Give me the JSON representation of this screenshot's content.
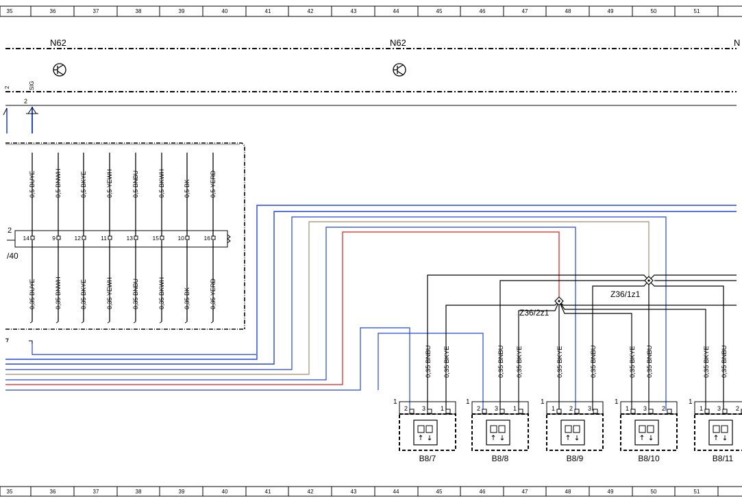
{
  "grid": {
    "top_numbers": [
      "35",
      "36",
      "37",
      "38",
      "39",
      "40",
      "41",
      "42",
      "43",
      "44",
      "45",
      "46",
      "47",
      "48",
      "49",
      "50",
      "51"
    ],
    "bottom_numbers": [
      "35",
      "36",
      "37",
      "38",
      "39",
      "40",
      "41",
      "42",
      "43",
      "44",
      "45",
      "46",
      "47",
      "48",
      "49",
      "50",
      "51"
    ]
  },
  "modules": {
    "left_label": "N62",
    "mid_label": "N62",
    "right_label_partial": "N"
  },
  "signals": {
    "left_partial": "2",
    "sig": "SIG",
    "pin": "2"
  },
  "connector": {
    "number": "2",
    "side_label": "/40",
    "upper_wires": [
      "0,5 BUYE",
      "0,5 BNWH",
      "0,5 BKYE",
      "0,5 YEWH",
      "0,5 BNBU",
      "0,5 BKWH",
      "0,5 BK",
      "0,5 YERD"
    ],
    "pins": [
      "14",
      "9",
      "12",
      "11",
      "13",
      "15",
      "10",
      "16"
    ],
    "lower_wires": [
      "0,35 BUYE",
      "0,35 BNWH",
      "0,35 BKYE",
      "0,35 YEWH",
      "0,35 BNBU",
      "0,35 BKWH",
      "0,35 BK",
      "0,35 YERD"
    ]
  },
  "splices": {
    "z1": "Z36/1z1",
    "z2": "Z36/2z1"
  },
  "sensor_wires": [
    "0,35 BNBU",
    "0,35 BKYE",
    "0,35 BNBU",
    "0,35 BKYE",
    "0,35 BKYE",
    "0,35 BNBU",
    "0,35 BKYE",
    "0,35 BNBU",
    "0,35 BKYE",
    "0,35 BNBU"
  ],
  "sensors": [
    {
      "label": "B8/7",
      "num": "1",
      "pins": [
        "2",
        "3",
        "1"
      ]
    },
    {
      "label": "B8/8",
      "num": "1",
      "pins": [
        "2",
        "3",
        "1"
      ]
    },
    {
      "label": "B8/9",
      "num": "1",
      "pins": [
        "1",
        "2",
        "3"
      ]
    },
    {
      "label": "B8/10",
      "num": "1",
      "pins": [
        "1",
        "3",
        "2"
      ]
    },
    {
      "label": "B8/11",
      "num": "1",
      "pins": [
        "1",
        "3",
        "2"
      ]
    }
  ],
  "colors": {
    "blue": "#2046d8",
    "light_blue": "#5b79e8",
    "red": "#e01a1a",
    "tan": "#b49a82",
    "black": "#000000",
    "label_blue": "#1a1ad0"
  }
}
